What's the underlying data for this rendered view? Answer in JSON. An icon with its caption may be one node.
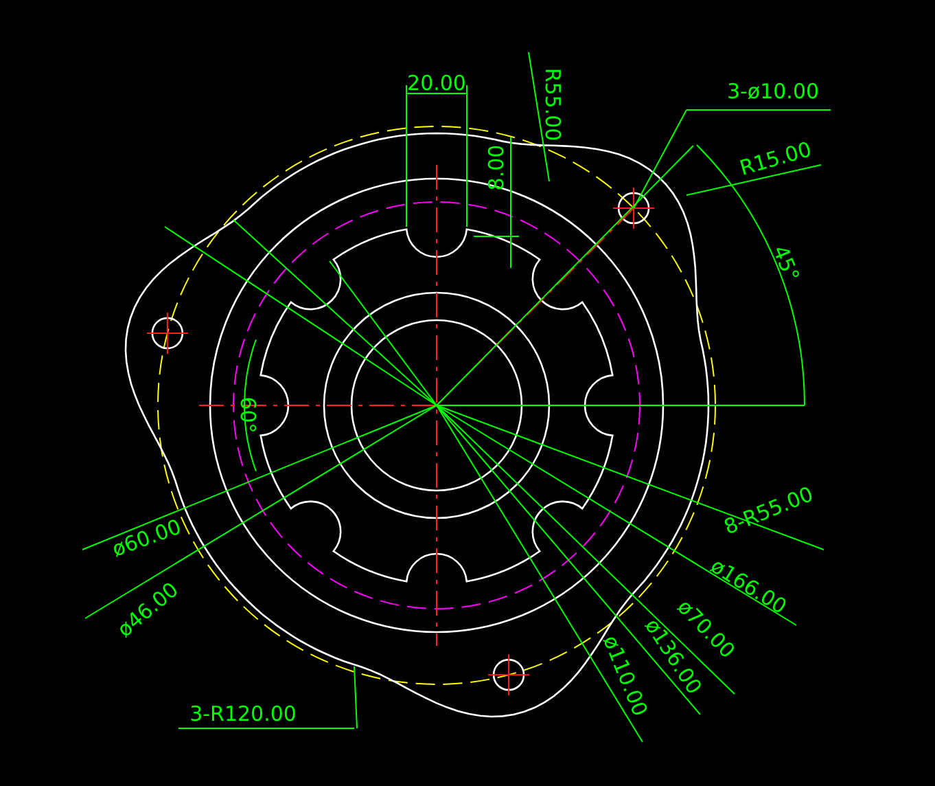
{
  "diagram": {
    "labels": [
      "20.00",
      "R55.00",
      "3-ø10.00",
      "8.00",
      "R15.00",
      "45°",
      "60°",
      "8-R55.00",
      "ø60.00",
      "ø166.00",
      "ø46.00",
      "ø70.00",
      "ø136.00",
      "ø110.00",
      "3-R120.00"
    ]
  }
}
